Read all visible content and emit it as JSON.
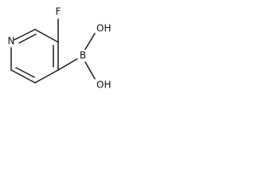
{
  "molecule": {
    "atoms": {
      "nitrogen": "N",
      "fluorine": "F",
      "boron": "B",
      "hydroxyl_top": "OH",
      "hydroxyl_bottom": "OH"
    }
  },
  "colors": {
    "bond": "#1a1a1a",
    "text": "#111111",
    "background": "#ffffff"
  }
}
